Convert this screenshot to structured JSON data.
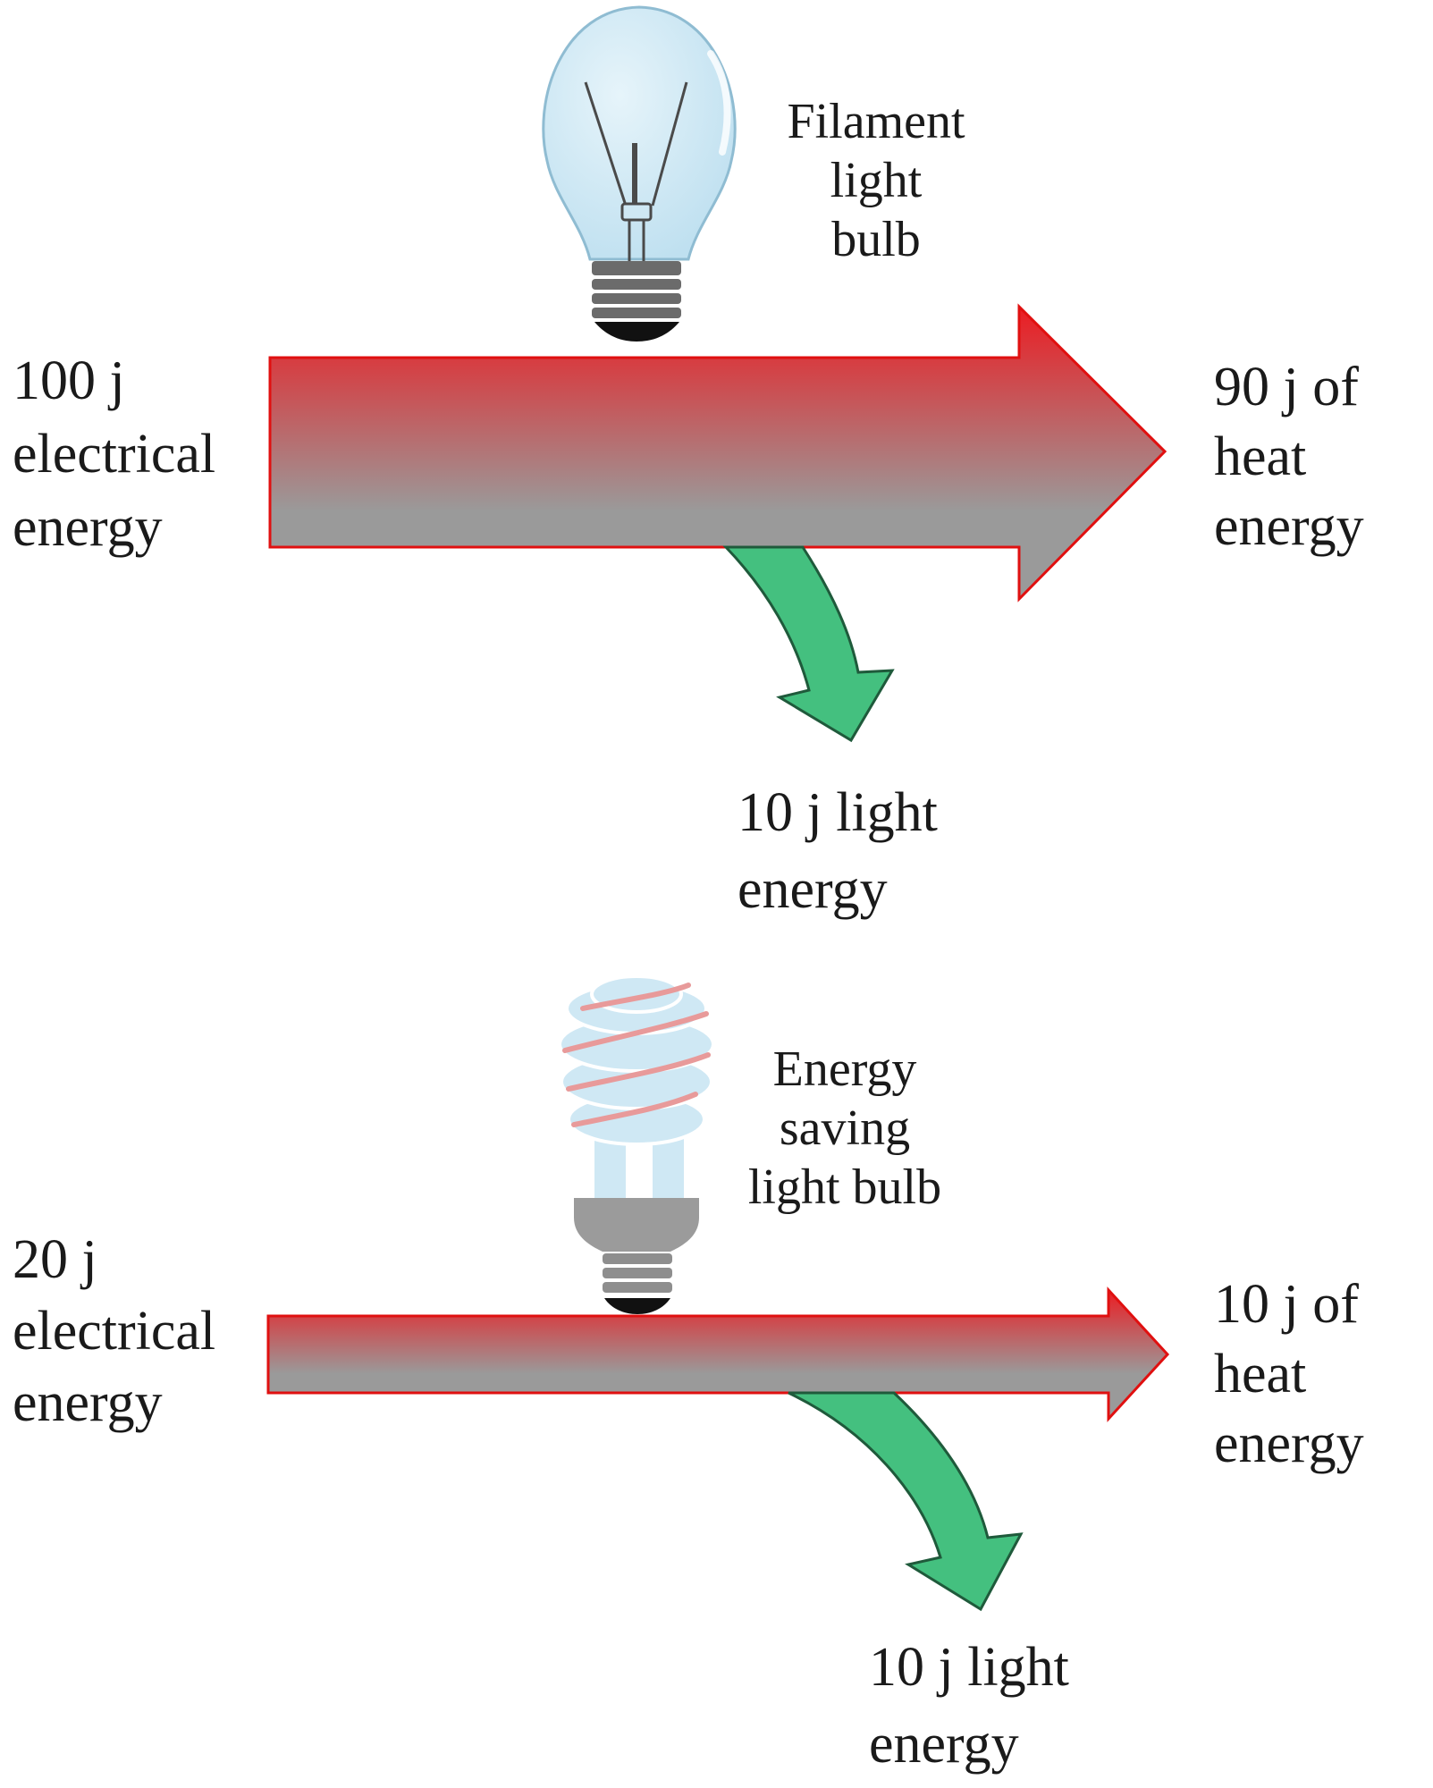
{
  "filament": {
    "bulb_label": [
      "Filament",
      "light",
      "bulb"
    ],
    "input_label": [
      "100 j",
      "electrical",
      "energy"
    ],
    "heat_label": [
      "90 j of",
      "heat",
      "energy"
    ],
    "light_label": [
      "10 j light",
      "energy"
    ]
  },
  "energy_saving": {
    "bulb_label": [
      "Energy",
      "saving",
      "light bulb"
    ],
    "input_label": [
      "20 j",
      "electrical",
      "energy"
    ],
    "heat_label": [
      "10 j of",
      "heat",
      "energy"
    ],
    "light_label": [
      "10 j light",
      "energy"
    ]
  },
  "colors": {
    "arrow_top": "#e8141c",
    "arrow_bottom": "#999999",
    "arrow_outline": "#e01010",
    "light_arrow": "#44c07f",
    "light_arrow_outline": "#1f5a3b",
    "glass": "#cfe8f4"
  }
}
